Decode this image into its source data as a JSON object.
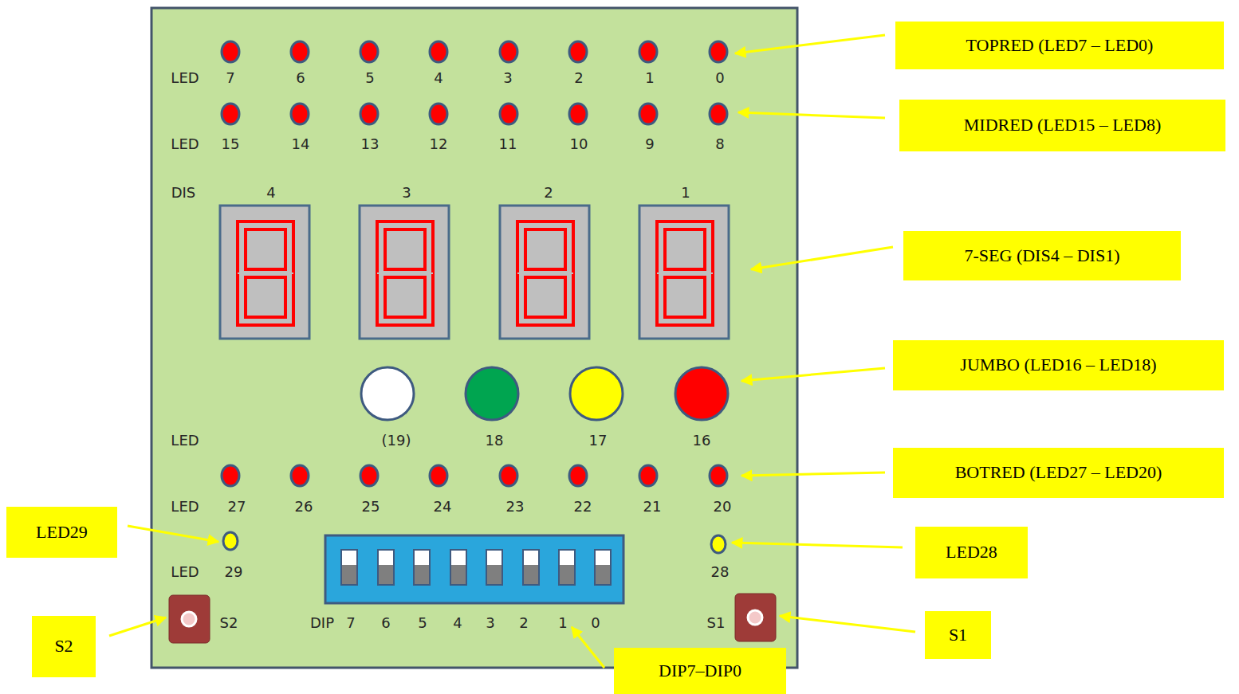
{
  "diagram": {
    "nodes": [
      {
        "text": [
          "TOPRED (LED7 – LED0)"
        ]
      },
      {
        "text": [
          "MIDRED (LED15 – LED8)"
        ]
      },
      {
        "text": [
          "7-SEG (DIS4 – DIS1)"
        ]
      },
      {
        "text": [
          "JUMBO (LED16 – LED18)"
        ]
      },
      {
        "text": [
          "BOTRED (LED27 – LED20)"
        ]
      },
      {
        "text": [
          "LED29"
        ]
      },
      {
        "text": [
          "LED28"
        ]
      },
      {
        "text": [
          "S2"
        ]
      },
      {
        "text": [
          "S1"
        ]
      },
      {
        "text": [
          "DIP7–DIP0"
        ]
      }
    ],
    "labels": [
      "LED",
      "7",
      "6",
      "5",
      "4",
      "3",
      "2",
      "1",
      "0",
      "LED",
      "15",
      "14",
      "13",
      "12",
      "11",
      "10",
      "9",
      "8",
      "DIS",
      "4",
      "3",
      "2",
      "1",
      "LED",
      "(19)",
      "18",
      "17",
      "16",
      "LED",
      "27",
      "26",
      "25",
      "24",
      "23",
      "22",
      "21",
      "20",
      "LED",
      "29",
      "28",
      "S2",
      "DIP",
      "7",
      "6",
      "5",
      "4",
      "3",
      "2",
      "1",
      "0",
      "S1"
    ]
  }
}
